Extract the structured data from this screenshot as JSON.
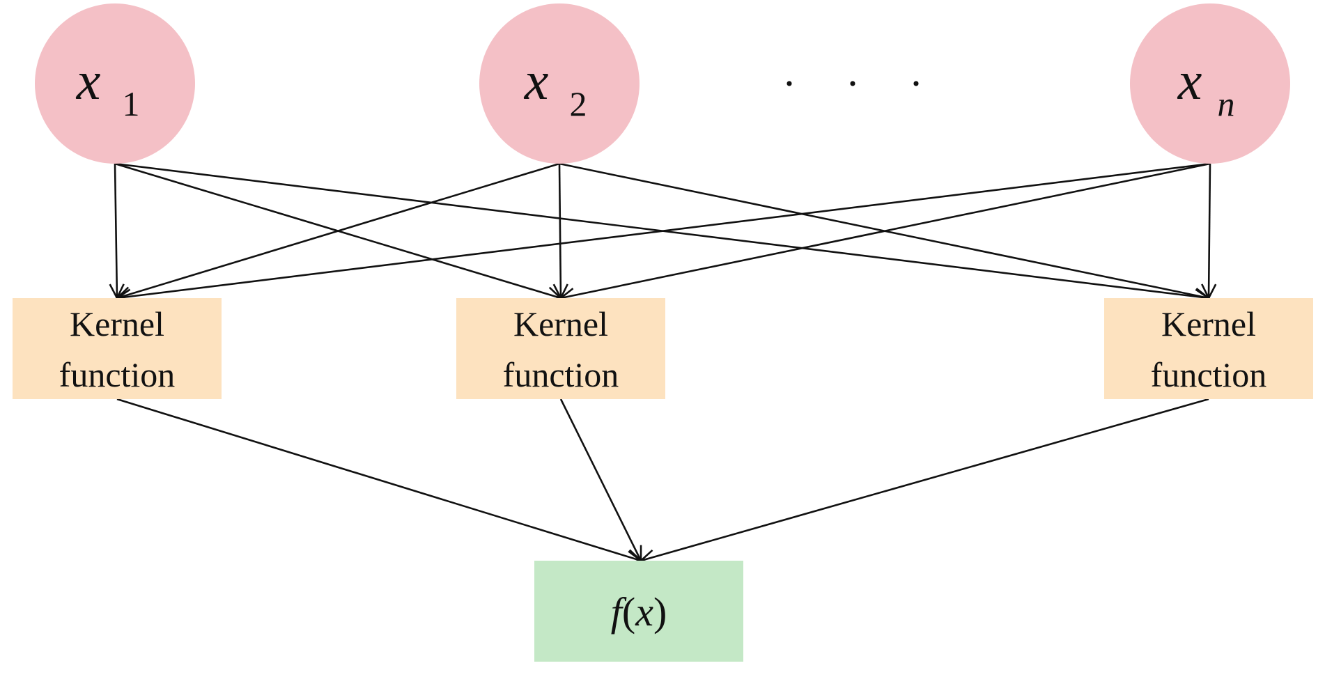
{
  "colors": {
    "input_node": "#f4c0c6",
    "kernel_box": "#fde2bf",
    "output_box": "#c4e8c6",
    "edge": "#111111"
  },
  "inputs": [
    {
      "symbol": "x",
      "subscript": "1"
    },
    {
      "symbol": "x",
      "subscript": "2"
    },
    {
      "symbol": "x",
      "subscript": "n"
    }
  ],
  "ellipsis": "· · ·",
  "kernels": [
    {
      "line1": "Kernel",
      "line2": "function"
    },
    {
      "line1": "Kernel",
      "line2": "function"
    },
    {
      "line1": "Kernel",
      "line2": "function"
    }
  ],
  "output": {
    "f": "f",
    "open_paren": "(",
    "var": "x",
    "close_paren": ")"
  },
  "edges": {
    "input_to_kernel": "all-to-all",
    "kernel_to_output": "all"
  }
}
